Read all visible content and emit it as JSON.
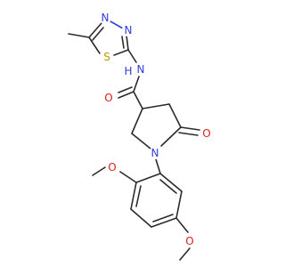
{
  "molecule": {
    "atoms": {
      "n_thiadiazole_top_left": "N",
      "n_thiadiazole_top_right": "N",
      "s_thiadiazole": "S",
      "n_amide": "N",
      "h_amide": "H",
      "o_amide": "O",
      "n_pyrrolidine": "N",
      "o_lactam": "O",
      "o_methoxy_upper": "O",
      "o_methoxy_lower": "O"
    },
    "colors": {
      "carbon": "#2b2b2b",
      "nitrogen": "#2f3fd6",
      "oxygen": "#e0201b",
      "sulfur": "#b59a00",
      "background": "#ffffff"
    }
  }
}
